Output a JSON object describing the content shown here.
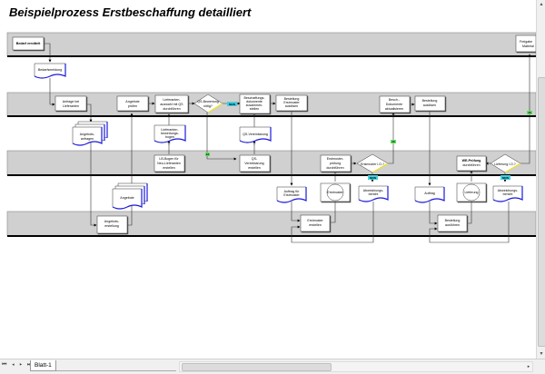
{
  "title": "Beispielprozess Erstbeschaffung detailliert",
  "colors": {
    "lane": "#d0d0d0",
    "doc_wave": "#1a1adc",
    "decision_accent": "#f0e020",
    "nein_badge": "#40d0e0",
    "ja_badge": "#60e060"
  },
  "lanes": [
    {
      "id": "lane1"
    },
    {
      "id": "lane2"
    },
    {
      "id": "lane3"
    },
    {
      "id": "lane4"
    }
  ],
  "nodes": {
    "bedarf_ermittelt": "Bedarf ermittelt",
    "bedarfsmeldung": "Bedarfsmeldung",
    "freigabe_material": [
      "Freigabe",
      "Material"
    ],
    "anfrage_lieferanten": [
      "Anfrage bei",
      "Lieferanten"
    ],
    "angebotsanfragen": [
      "Angebots-",
      "anfragen"
    ],
    "angebote_pruefen": [
      "Angebote",
      "prüfen"
    ],
    "lieferantenauswahl": [
      "Lieferanten-",
      "auswahl mit QS",
      "durchführen"
    ],
    "qs_bewertung_noetig": [
      "QS-Bewertung",
      "nötig?"
    ],
    "beschaffungsdokumente": [
      "Beschaffungs-",
      "dokumente",
      "zusammen-",
      "stellen"
    ],
    "bestellung_erstmuster": [
      "Bestellung",
      "Erstmuster",
      "auslösen"
    ],
    "lieferantenbewertungsbogen": [
      "Lieferanten-",
      "bewertungs-",
      "bogen"
    ],
    "qs_vereinbarung": "QS-Vereinbarung",
    "beschaffungsdokumente_aktualisieren": [
      "Besch.-",
      "Dokumente",
      "aktualisieren"
    ],
    "bestellung_ausloesen": [
      "Bestellung",
      "auslösen"
    ],
    "lieferantenbogen_erstellen": [
      "LB-Bogen für",
      "Neu-Lieferanten",
      "erstellen"
    ],
    "qs_vereinbarung_erstellen": [
      "QS-",
      "Vereinbarung",
      "erstellen"
    ],
    "erstmusterpruefung": [
      "Erstmuster-",
      "prüfung",
      "durchführen"
    ],
    "erstmuster_ok": "Erstmuster i.O.?",
    "wareneingangspruefung": [
      "WE-Prüfung",
      "durchführen"
    ],
    "lieferung_ok": "Lieferung i.O.?",
    "angebote": "Angebote",
    "auftrag_erstmuster": [
      "Auftrag für",
      "Erstmuster"
    ],
    "erstmuster": "Erstmuster",
    "abweichungsbericht_1": [
      "Abweichungs-",
      "bericht"
    ],
    "auftrag": "Auftrag",
    "lieferung": "Lieferung",
    "abweichungsbericht_2": [
      "Abweichungs-",
      "bericht"
    ],
    "angebotserstellung": [
      "Angebots-",
      "erstellung"
    ],
    "erstmuster_erstellen": [
      "Erstmuster",
      "erstellen"
    ],
    "bestellung_ausfuehren": [
      "Bestellung",
      "ausführen"
    ]
  },
  "badges": {
    "nein": "NEIN",
    "ja": "JA"
  },
  "sheet_tabs": [
    "Blatt-1"
  ],
  "nav_buttons": [
    "first",
    "prev",
    "next",
    "last"
  ],
  "nav_glyphs": [
    "⏮",
    "◂",
    "▸",
    "⏭"
  ]
}
